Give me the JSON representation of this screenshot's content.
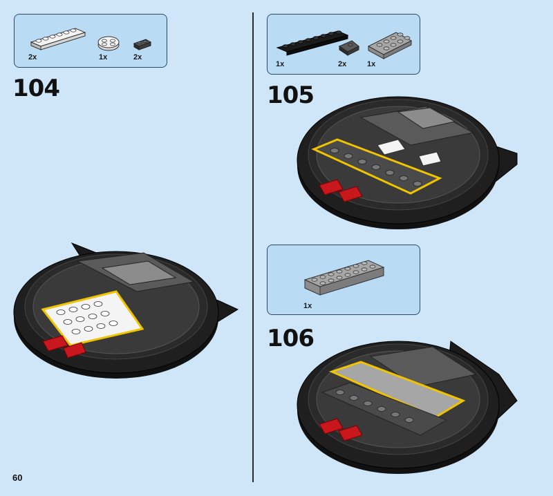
{
  "page_number": "60",
  "steps": [
    {
      "number": "104",
      "parts": [
        {
          "qty": "2x",
          "part": "white 1x6 plate"
        },
        {
          "qty": "1x",
          "part": "white round 2x2 plate"
        },
        {
          "qty": "2x",
          "part": "dark grey 1x2 plate"
        }
      ]
    },
    {
      "number": "105",
      "parts": [
        {
          "qty": "1x",
          "part": "black 1x8 plate"
        },
        {
          "qty": "2x",
          "part": "dark grey wedge plate"
        },
        {
          "qty": "1x",
          "part": "grey 2x4 plate"
        }
      ]
    },
    {
      "number": "106",
      "parts": [
        {
          "qty": "1x",
          "part": "grey 2x8 brick"
        }
      ]
    }
  ],
  "colors": {
    "background": "#cfe6f8",
    "callout": "#b9dbf4",
    "black": "#1b1b1b",
    "dark_grey": "#5a5a5a",
    "grey": "#a6a6a6",
    "white": "#f4f4f4",
    "red": "#c8181e",
    "highlight": "#f0c400"
  }
}
